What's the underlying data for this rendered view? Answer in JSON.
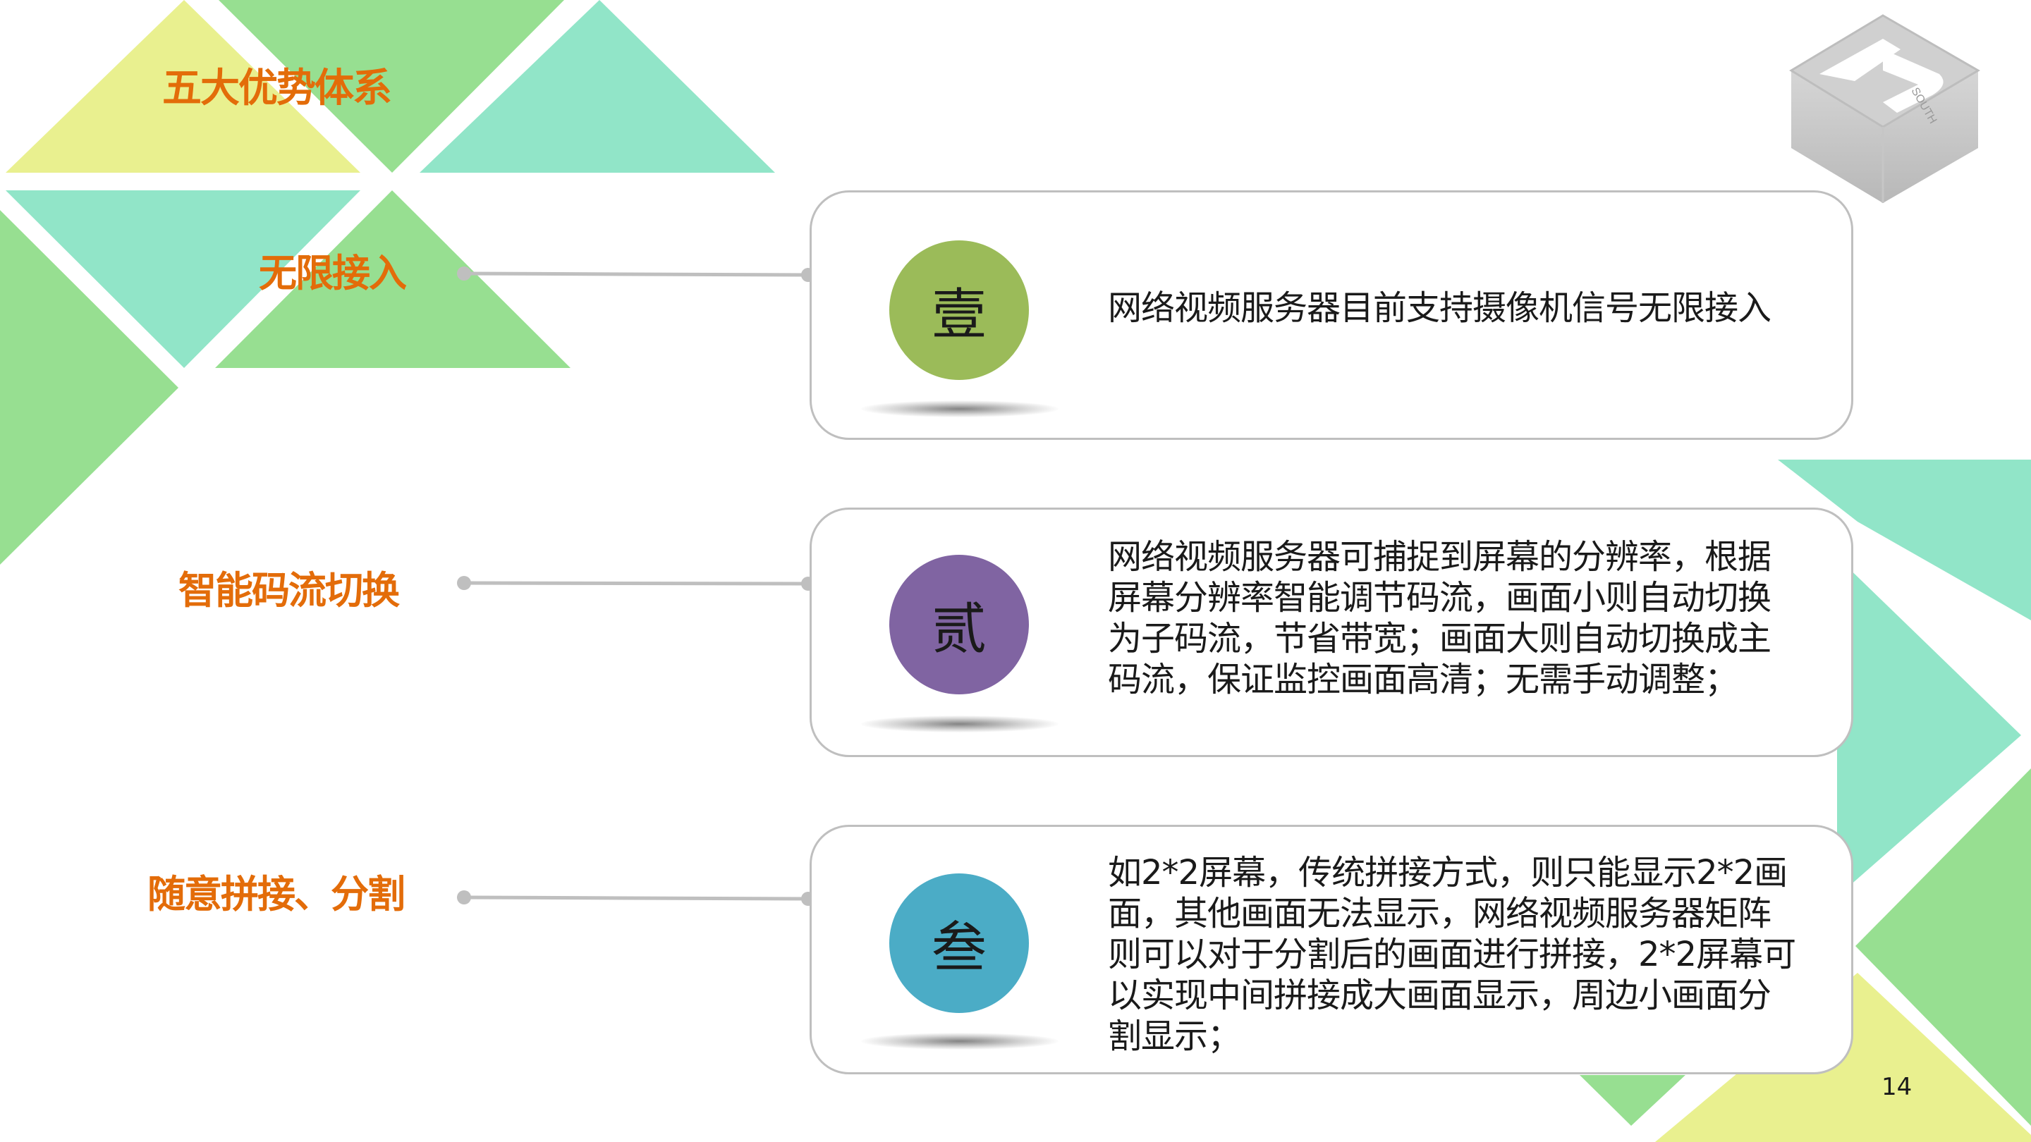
{
  "slide": {
    "title": "五大优势体系",
    "page_number": "14",
    "logo_text": "AC SOUTH"
  },
  "colors": {
    "accent": "#e36c09",
    "yellow": "#e9f08f",
    "green": "#97df91",
    "teal": "#91e5c8",
    "circle1": "#9bbb59",
    "circle2": "#8064a2",
    "circle3": "#4bacc6",
    "connector": "#bfbfbf"
  },
  "items": [
    {
      "label": "无限接入",
      "numeral": "壹",
      "lines": [
        "网络视频服务器目前支持摄像机信号无限接入"
      ]
    },
    {
      "label": "智能码流切换",
      "numeral": "贰",
      "lines": [
        "网络视频服务器可捕捉到屏幕的分辨率，根据",
        "屏幕分辨率智能调节码流，画面小则自动切换",
        "为子码流，节省带宽；画面大则自动切换成主",
        "码流，保证监控画面高清；无需手动调整；"
      ]
    },
    {
      "label": "随意拼接、分割",
      "numeral": "叁",
      "lines": [
        "如2*2屏幕，传统拼接方式，则只能显示2*2画",
        "面，其他画面无法显示，网络视频服务器矩阵",
        "则可以对于分割后的画面进行拼接，2*2屏幕可",
        "以实现中间拼接成大画面显示，周边小画面分",
        "割显示；"
      ]
    }
  ]
}
